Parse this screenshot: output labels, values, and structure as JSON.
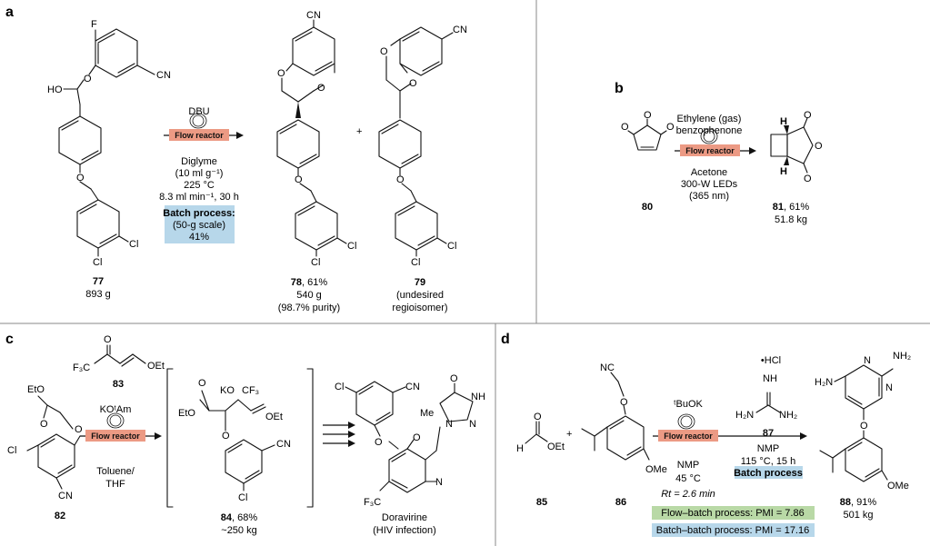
{
  "panels": {
    "a": {
      "letter": "a",
      "reagent_top": "DBU",
      "flow_label": "Flow reactor",
      "solvent": "Diglyme",
      "loading": "(10 ml g⁻¹)",
      "temp": "225 °C",
      "rate_time": "8.3 ml min⁻¹, 30 h",
      "batch_title": "Batch process:",
      "batch_scale": "(50-g scale)",
      "batch_yield": "41%",
      "plus": "+",
      "cmpd_77": "77",
      "mass_77": "893 g",
      "cmpd_78": "78",
      "yield_78": ", 61%",
      "mass_78": "540 g",
      "purity_78": "(98.7% purity)",
      "cmpd_79": "79",
      "note_79_a": "(undesired",
      "note_79_b": "regioisomer)",
      "atoms": {
        "F": "F",
        "HO": "HO",
        "CN": "CN",
        "O": "O",
        "Cl": "Cl"
      }
    },
    "b": {
      "letter": "b",
      "reagent1": "Ethylene (gas)",
      "reagent2": "benzophenone",
      "flow_label": "Flow reactor",
      "solvent": "Acetone",
      "light": "300-W LEDs",
      "wavelength": "(365 nm)",
      "cmpd_80": "80",
      "cmpd_81": "81",
      "yield_81": ", 61%",
      "mass_81": "51.8 kg",
      "atoms": {
        "O": "O",
        "H": "H"
      }
    },
    "c": {
      "letter": "c",
      "cmpd_83": "83",
      "cmpd_82": "82",
      "reagent": "KOᵗAm",
      "flow_label": "Flow reactor",
      "solvent1": "Toluene/",
      "solvent2": "THF",
      "cmpd_84": "84",
      "yield_84": ", 68%",
      "mass_84": "~250 kg",
      "product_name": "Doravirine",
      "product_note": "(HIV infection)",
      "atoms": {
        "F3C": "F₃C",
        "CF3": "CF₃",
        "OEt": "OEt",
        "EtO": "EtO",
        "KO": "KO",
        "O": "O",
        "Cl": "Cl",
        "CN": "CN",
        "NH": "NH",
        "N": "N",
        "Me": "Me"
      }
    },
    "d": {
      "letter": "d",
      "plus": "+",
      "reagent": "ᵗBuOK",
      "flow_label": "Flow reactor",
      "solvent": "NMP",
      "temp": "45 °C",
      "rt": "Rt = 2.6 min",
      "salt": "•HCl",
      "cmpd_87": "87",
      "solvent2": "NMP",
      "cond2": "115 °C, 15 h",
      "batch_label": "Batch process",
      "cmpd_85": "85",
      "cmpd_86": "86",
      "pmi_flow": "Flow–batch process: PMI = 7.86",
      "pmi_batch": "Batch–batch process: PMI = 17.16",
      "cmpd_88": "88",
      "yield_88": ", 91%",
      "mass_88": "501 kg",
      "atoms": {
        "NC": "NC",
        "H": "H",
        "O": "O",
        "OEt": "OEt",
        "OMe": "OMe",
        "NH": "NH",
        "H2N": "H₂N",
        "NH2": "NH₂",
        "N": "N"
      }
    }
  },
  "colors": {
    "flow_bar": "#ec9a84",
    "batch_box": "#b7d7ea",
    "flow_batch_box": "#b9d9a6",
    "divider": "#888888"
  }
}
